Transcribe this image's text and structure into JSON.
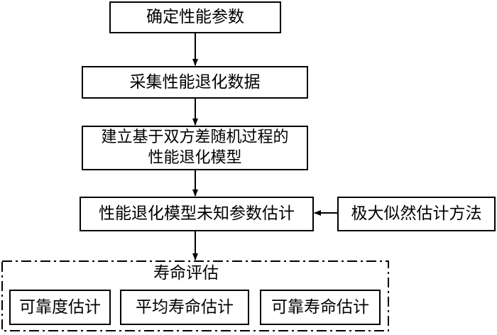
{
  "steps": [
    {
      "text": "确定性能参数"
    },
    {
      "text": "采集性能退化数据"
    },
    {
      "text": "建立基于双方差随机过程的\n性能退化模型"
    },
    {
      "text": "性能退化模型未知参数估计"
    }
  ],
  "side_method": {
    "text": "极大似然估计方法"
  },
  "evaluation": {
    "title": "寿命评估",
    "items": [
      {
        "text": "可靠度估计"
      },
      {
        "text": "平均寿命估计"
      },
      {
        "text": "可靠寿命估计"
      }
    ]
  }
}
